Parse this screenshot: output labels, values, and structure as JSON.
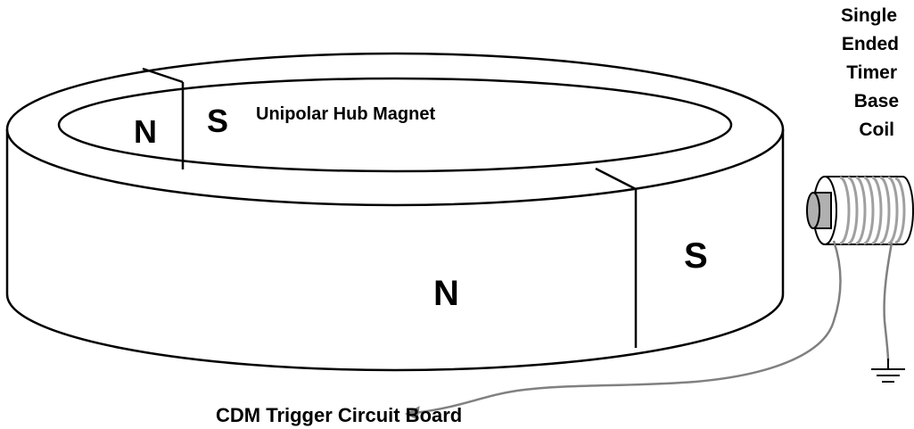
{
  "labels": {
    "hub_magnet": "Unipolar Hub Magnet",
    "inner_north": "N",
    "inner_south": "S",
    "outer_north": "N",
    "outer_south": "S",
    "coil_title": [
      "Single",
      "Ended",
      "Timer",
      "Base",
      "Coil"
    ],
    "trigger_board": "CDM Trigger Circuit Board"
  },
  "colors": {
    "outline": "#000000",
    "wire": "#808080",
    "coil_body": "#ffffff",
    "coil_winding": "#a0a0a0",
    "core": "#b0b0b0"
  },
  "icons": [
    "ground-icon",
    "arrow-head-icon"
  ]
}
